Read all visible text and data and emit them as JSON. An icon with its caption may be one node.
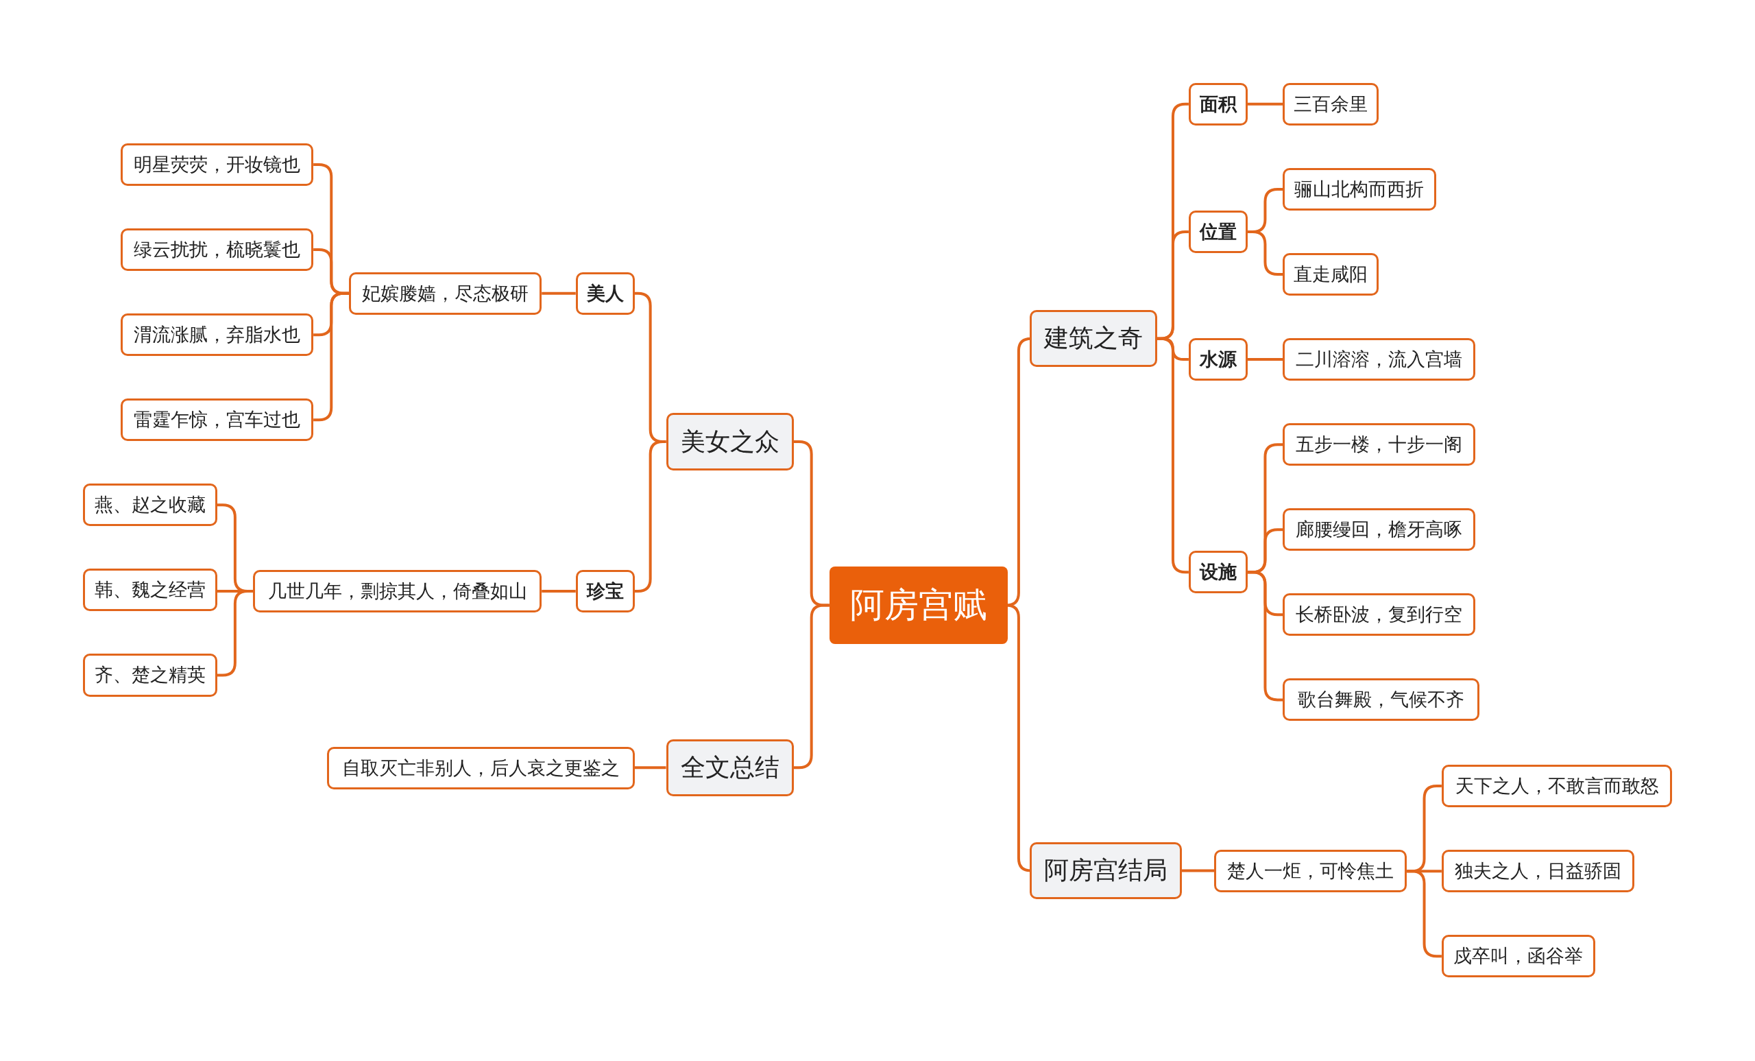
{
  "diagram": {
    "nodes": [
      {
        "text": [
          "阿房宫赋"
        ]
      },
      {
        "text": [
          "美女之众"
        ]
      },
      {
        "text": [
          "美人"
        ]
      },
      {
        "text": [
          "妃嫔媵嫱，尽态极研"
        ]
      },
      {
        "text": [
          "明星荧荧，开妆镜也"
        ]
      },
      {
        "text": [
          "绿云扰扰，梳晓鬟也"
        ]
      },
      {
        "text": [
          "渭流涨腻，弃脂水也"
        ]
      },
      {
        "text": [
          "雷霆乍惊，宫车过也"
        ]
      },
      {
        "text": [
          "珍宝"
        ]
      },
      {
        "text": [
          "几世几年，剽掠其人，倚叠如山"
        ]
      },
      {
        "text": [
          "燕、赵之收藏"
        ]
      },
      {
        "text": [
          "韩、魏之经营"
        ]
      },
      {
        "text": [
          "齐、楚之精英"
        ]
      },
      {
        "text": [
          "全文总结"
        ]
      },
      {
        "text": [
          "自取灭亡非别人，后人哀之更鉴之"
        ]
      },
      {
        "text": [
          "建筑之奇"
        ]
      },
      {
        "text": [
          "面积"
        ]
      },
      {
        "text": [
          "三百余里"
        ]
      },
      {
        "text": [
          "位置"
        ]
      },
      {
        "text": [
          "骊山北构而西折"
        ]
      },
      {
        "text": [
          "直走咸阳"
        ]
      },
      {
        "text": [
          "水源"
        ]
      },
      {
        "text": [
          "二川溶溶，流入宫墙"
        ]
      },
      {
        "text": [
          "设施"
        ]
      },
      {
        "text": [
          "五步一楼，十步一阁"
        ]
      },
      {
        "text": [
          "廊腰缦回，檐牙高啄"
        ]
      },
      {
        "text": [
          "长桥卧波，复到行空"
        ]
      },
      {
        "text": [
          "歌台舞殿，气候不齐"
        ]
      },
      {
        "text": [
          "阿房宫结局"
        ]
      },
      {
        "text": [
          "楚人一炬，可怜焦土"
        ]
      },
      {
        "text": [
          "天下之人，不敢言而敢怒"
        ]
      },
      {
        "text": [
          "独夫之人，日益骄固"
        ]
      },
      {
        "text": [
          "戍卒叫，函谷举"
        ]
      }
    ],
    "edges": [
      {
        "from": 0,
        "to": 1,
        "arrow": "none"
      },
      {
        "from": 1,
        "to": 2,
        "arrow": "none"
      },
      {
        "from": 2,
        "to": 3,
        "arrow": "none"
      },
      {
        "from": 3,
        "to": 4,
        "arrow": "none"
      },
      {
        "from": 3,
        "to": 5,
        "arrow": "none"
      },
      {
        "from": 3,
        "to": 6,
        "arrow": "none"
      },
      {
        "from": 3,
        "to": 7,
        "arrow": "none"
      },
      {
        "from": 1,
        "to": 8,
        "arrow": "none"
      },
      {
        "from": 8,
        "to": 9,
        "arrow": "none"
      },
      {
        "from": 9,
        "to": 10,
        "arrow": "none"
      },
      {
        "from": 9,
        "to": 11,
        "arrow": "none"
      },
      {
        "from": 9,
        "to": 12,
        "arrow": "none"
      },
      {
        "from": 0,
        "to": 13,
        "arrow": "none"
      },
      {
        "from": 13,
        "to": 14,
        "arrow": "none"
      },
      {
        "from": 0,
        "to": 15,
        "arrow": "none"
      },
      {
        "from": 15,
        "to": 16,
        "arrow": "none"
      },
      {
        "from": 16,
        "to": 17,
        "arrow": "none"
      },
      {
        "from": 15,
        "to": 18,
        "arrow": "none"
      },
      {
        "from": 18,
        "to": 19,
        "arrow": "none"
      },
      {
        "from": 18,
        "to": 20,
        "arrow": "none"
      },
      {
        "from": 15,
        "to": 21,
        "arrow": "none"
      },
      {
        "from": 21,
        "to": 22,
        "arrow": "none"
      },
      {
        "from": 15,
        "to": 23,
        "arrow": "none"
      },
      {
        "from": 23,
        "to": 24,
        "arrow": "none"
      },
      {
        "from": 23,
        "to": 25,
        "arrow": "none"
      },
      {
        "from": 23,
        "to": 26,
        "arrow": "none"
      },
      {
        "from": 23,
        "to": 27,
        "arrow": "none"
      },
      {
        "from": 0,
        "to": 28,
        "arrow": "none"
      },
      {
        "from": 28,
        "to": 29,
        "arrow": "none"
      },
      {
        "from": 29,
        "to": 30,
        "arrow": "none"
      },
      {
        "from": 29,
        "to": 31,
        "arrow": "none"
      },
      {
        "from": 29,
        "to": 32,
        "arrow": "none"
      }
    ]
  }
}
